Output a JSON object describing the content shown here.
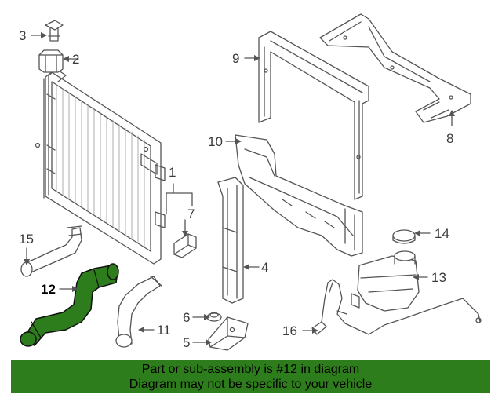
{
  "callouts": [
    {
      "id": "c1",
      "label": "1"
    },
    {
      "id": "c2",
      "label": "2"
    },
    {
      "id": "c3",
      "label": "3"
    },
    {
      "id": "c4",
      "label": "4"
    },
    {
      "id": "c5",
      "label": "5"
    },
    {
      "id": "c6",
      "label": "6"
    },
    {
      "id": "c7",
      "label": "7"
    },
    {
      "id": "c8",
      "label": "8"
    },
    {
      "id": "c9",
      "label": "9"
    },
    {
      "id": "c10",
      "label": "10"
    },
    {
      "id": "c11",
      "label": "11"
    },
    {
      "id": "c12",
      "label": "12"
    },
    {
      "id": "c13",
      "label": "13"
    },
    {
      "id": "c14",
      "label": "14"
    },
    {
      "id": "c15",
      "label": "15"
    },
    {
      "id": "c16",
      "label": "16"
    }
  ],
  "highlight": {
    "part": "12",
    "color": "#2e7d1c"
  },
  "banner": {
    "line1": "Part or sub-assembly is #12 in diagram",
    "line2": "Diagram may not be specific to your vehicle",
    "background": "#2e7d1c"
  }
}
